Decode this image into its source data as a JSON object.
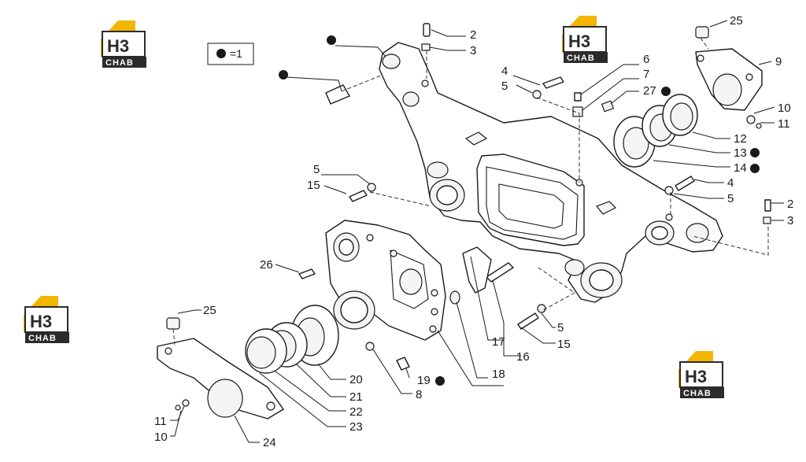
{
  "brand": {
    "logo_text": "CHAB",
    "logo_mark": "H3",
    "colors": {
      "gold": "#f2b600",
      "dark": "#2b2b2b"
    }
  },
  "legend": {
    "text": "=1"
  },
  "callouts": {
    "c2a": "2",
    "c3a": "3",
    "c4a": "4",
    "c5a": "5",
    "c6": "6",
    "c7": "7",
    "c27": "27",
    "c25a": "25",
    "c9": "9",
    "c10a": "10",
    "c11a": "11",
    "c12": "12",
    "c13": "13",
    "c14": "14",
    "c4b": "4",
    "c5b": "5",
    "c2b": "2",
    "c3b": "3",
    "c5c": "5",
    "c15a": "15",
    "c26": "26",
    "c17": "17",
    "c16": "16",
    "c5d": "5",
    "c15b": "15",
    "c18": "18",
    "c19": "19",
    "c8": "8",
    "c20": "20",
    "c21": "21",
    "c22": "22",
    "c23": "23",
    "c24": "24",
    "c25b": "25",
    "c11b": "11",
    "c10b": "10"
  }
}
